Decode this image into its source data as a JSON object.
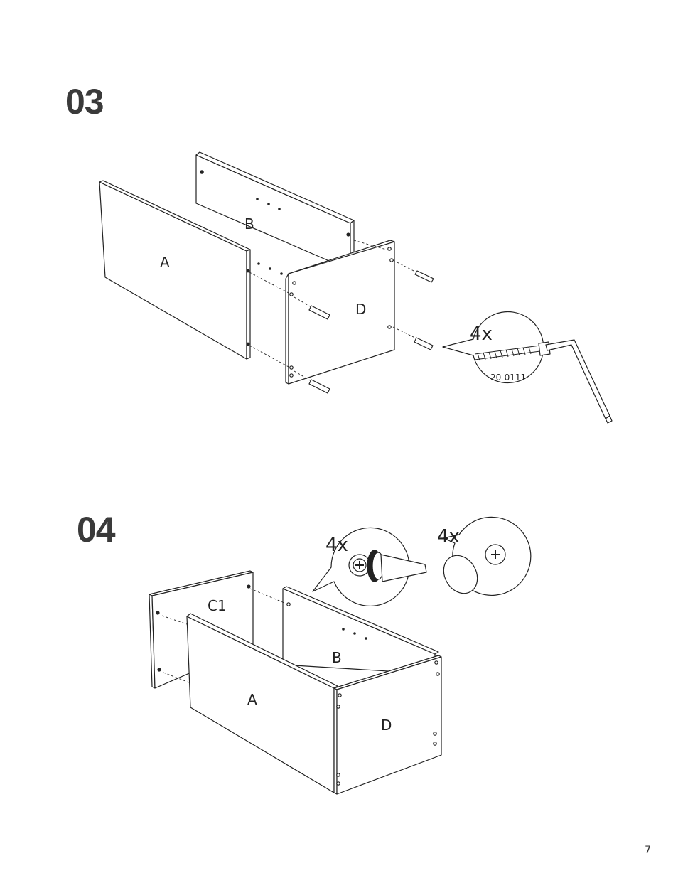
{
  "page": {
    "number": "7"
  },
  "step3": {
    "number": "03",
    "panel_labels": {
      "a": "A",
      "b": "B",
      "d": "D"
    },
    "callout": {
      "quantity": "4x",
      "part_code": "20-0111"
    },
    "icons": [
      "cam-bolt-icon",
      "allen-key-icon"
    ]
  },
  "step4": {
    "number": "04",
    "panel_labels": {
      "c1": "C1",
      "b": "B",
      "a": "A",
      "d": "D"
    },
    "callout_screwdriver": {
      "quantity": "4x"
    },
    "callout_cap": {
      "quantity": "4x"
    },
    "icons": [
      "screwdriver-icon",
      "cam-lock-icon",
      "cover-cap-icon"
    ]
  },
  "colors": {
    "line": "#222222",
    "heading": "#3a3a3a",
    "background": "#ffffff"
  }
}
